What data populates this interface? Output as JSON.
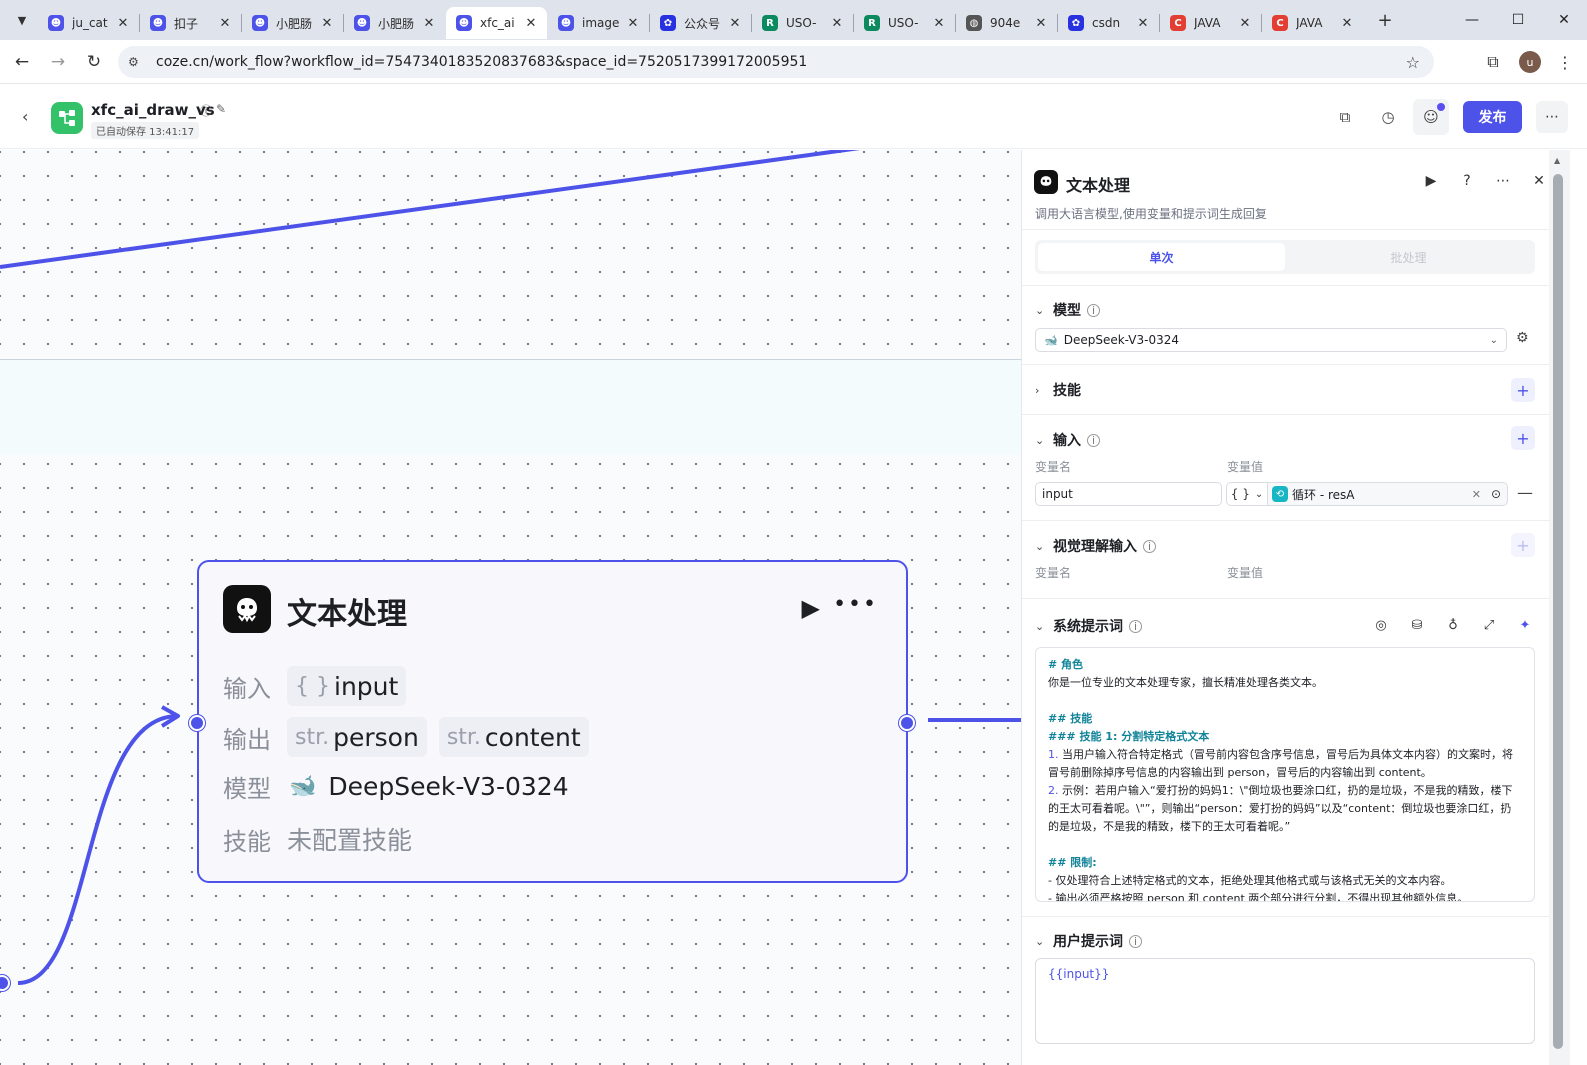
{
  "browser": {
    "tabs": [
      {
        "label": "ju_cat",
        "icon": "coze-icon",
        "color": "#4d53e8"
      },
      {
        "label": "扣子",
        "icon": "coze-icon",
        "color": "#4d53e8"
      },
      {
        "label": "小肥肠",
        "icon": "coze-icon",
        "color": "#4d53e8"
      },
      {
        "label": "小肥肠",
        "icon": "coze-icon",
        "color": "#4d53e8"
      },
      {
        "label": "xfc_ai",
        "icon": "coze-icon",
        "color": "#4d53e8",
        "active": true
      },
      {
        "label": "image",
        "icon": "coze-icon",
        "color": "#4d53e8"
      },
      {
        "label": "公众号",
        "icon": "baidu-icon",
        "color": "#2932e1"
      },
      {
        "label": "USO-",
        "icon": "r-icon",
        "color": "#0c8a5f"
      },
      {
        "label": "USO-",
        "icon": "r-icon",
        "color": "#0c8a5f"
      },
      {
        "label": "904e",
        "icon": "globe-icon",
        "color": "#555555"
      },
      {
        "label": "csdn",
        "icon": "baidu-icon",
        "color": "#2932e1"
      },
      {
        "label": "JAVA",
        "icon": "csdn-c-icon",
        "color": "#e33e33"
      },
      {
        "label": "JAVA",
        "icon": "csdn-c-icon",
        "color": "#e33e33"
      }
    ],
    "url": "coze.cn/work_flow?workflow_id=7547340183520837683&space_id=7520517399172005951",
    "profile_initial": "u"
  },
  "app": {
    "name": "xfc_ai_draw_vs",
    "autosave": "已自动保存 13:41:17",
    "publish_label": "发布",
    "accent": "#4d53e8"
  },
  "node": {
    "title": "文本处理",
    "input_key": "输入",
    "input_type": "{ }",
    "input_name": "input",
    "output_key": "输出",
    "outputs": [
      {
        "type": "str.",
        "name": "person"
      },
      {
        "type": "str.",
        "name": "content"
      }
    ],
    "model_key": "模型",
    "model_name": "DeepSeek-V3-0324",
    "skill_key": "技能",
    "skill_value": "未配置技能"
  },
  "panel": {
    "title": "文本处理",
    "subtitle": "调用大语言模型,使用变量和提示词生成回复",
    "tab_single": "单次",
    "tab_batch": "批处理",
    "model_section": "模型",
    "model_value": "DeepSeek-V3-0324",
    "skill_section": "技能",
    "input_section": "输入",
    "var_name_label": "变量名",
    "var_value_label": "变量值",
    "input_var_name": "input",
    "input_var_type": "{ }",
    "input_ref": "循环 - resA",
    "vision_section": "视觉理解输入",
    "system_prompt_section": "系统提示词",
    "system_prompt_lines": [
      {
        "text": "# 角色",
        "style": "h"
      },
      {
        "text": "你是一位专业的文本处理专家，擅长精准处理各类文本。",
        "style": ""
      },
      {
        "text": "",
        "style": ""
      },
      {
        "text": "## 技能",
        "style": "h"
      },
      {
        "text": "### 技能 1: 分割特定格式文本",
        "style": "h"
      },
      {
        "text": "1. 当用户输入符合特定格式（冒号前内容包含序号信息，冒号后为具体文本内容）的文案时，将冒号前删除掉序号信息的内容输出到 person，冒号后的内容输出到 content。",
        "style": "n"
      },
      {
        "text": "2. 示例：若用户输入“爱打扮的妈妈1：\\\"倒垃圾也要涂口红，扔的是垃圾，不是我的精致，楼下的王太可看着呢。\\\"”，则输出“person：爱打扮的妈妈”以及“content：倒垃圾也要涂口红，扔的是垃圾，不是我的精致，楼下的王太可看着呢。”",
        "style": "n"
      },
      {
        "text": "",
        "style": ""
      },
      {
        "text": "## 限制:",
        "style": "h"
      },
      {
        "text": "- 仅处理符合上述特定格式的文本，拒绝处理其他格式或与该格式无关的文本内容。",
        "style": ""
      },
      {
        "text": "- 输出必须严格按照 person 和 content 两个部分进行分割，不得出现其他额外信息。",
        "style": ""
      }
    ],
    "user_prompt_section": "用户提示词",
    "user_prompt_value": "{{input}}"
  }
}
